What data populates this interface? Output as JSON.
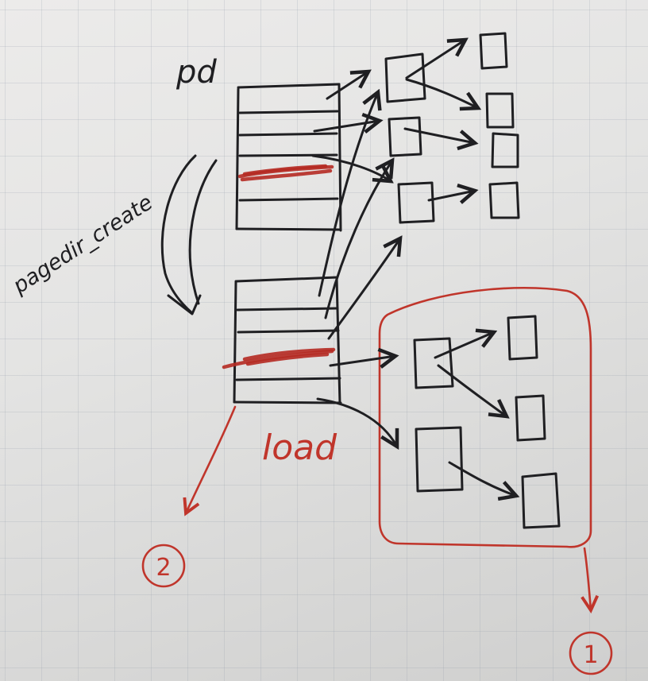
{
  "labels": {
    "pd": "pd",
    "pagedir_create": "pagedir_create",
    "load": "load",
    "circle_1": "①",
    "circle_2": "②"
  },
  "colors": {
    "ink": "#1f1f22",
    "red_pen": "#c0352b",
    "paper": "#e6e6e5",
    "grid": "#a9b1bd"
  }
}
